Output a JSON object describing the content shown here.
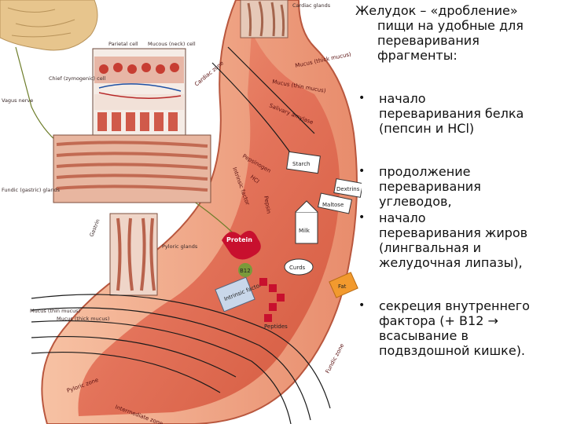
{
  "heading": {
    "line1": "Желудок – «дробление»",
    "line2": "пищи на удобные для",
    "line3": "переваривания",
    "line4": "фрагменты:"
  },
  "bullets": [
    {
      "lines": [
        "начало",
        "переваривания белка",
        "(пепсин и HCl)"
      ]
    },
    {
      "lines": [
        "продолжение",
        "переваривания",
        "углеводов,"
      ]
    },
    {
      "lines": [
        "начало",
        "переваривания жиров",
        "(лингвальная и",
        "желудочная липазы),"
      ]
    },
    {
      "lines": [
        "секреция внутреннего",
        "фактора (+ B12 →",
        "всасывание в",
        "подвздошной кишке)."
      ]
    }
  ],
  "diagram": {
    "cardiac_glands": "Cardiac glands",
    "parietal_cell": "Parietal cell",
    "mucous_neck_cell": "Mucous (neck) cell",
    "chief_cell": "Chief (zymogenic) cell",
    "vagus_nerve": "Vagus nerve",
    "fundic_glands": "Fundic (gastric) glands",
    "gastrin": "Gastrin",
    "pyloric_glands": "Pyloric glands",
    "cardiac_zone": "Cardiac zone",
    "mucus_thick": "Mucus (thick mucus)",
    "mucus_thin": "Mucus (thin mucus)",
    "mucus_thin_lower": "Mucus (thin mucus)",
    "mucus_thick_lower": "Mucus (thick mucus)",
    "salivary_amylase": "Salivary amylase",
    "pepsinogen": "Pepsinogen",
    "intrinsic_factor_top": "Intrinsic factor",
    "hcl": "HCl",
    "pepsin": "Pepsin",
    "starch": "Starch",
    "dextrins": "Dextrins",
    "maltose": "Maltose",
    "milk": "Milk",
    "protein": "Protein",
    "b12": "B12",
    "intrinsic_factor": "Intrinsic factor",
    "curds": "Curds",
    "fat": "Fat",
    "peptides": "Peptides",
    "fundic_zone": "Fundic zone",
    "pyloric_zone": "Pyloric zone",
    "intermediate_zone": "Intermediate zone"
  }
}
